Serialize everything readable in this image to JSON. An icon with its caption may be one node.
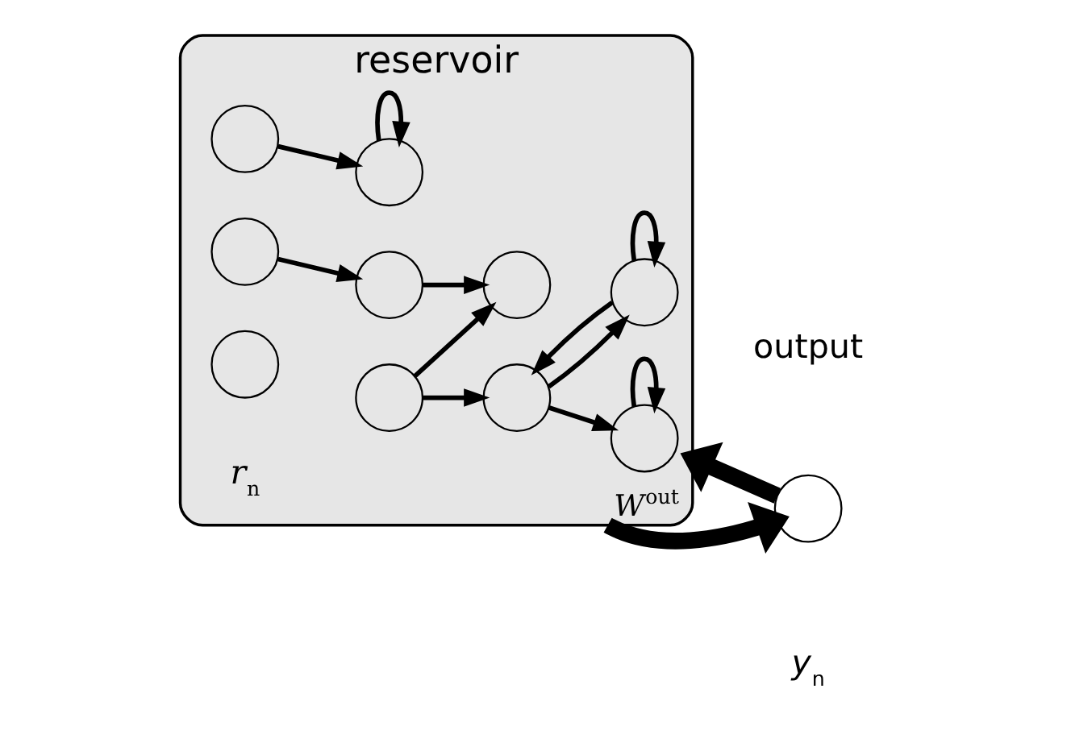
{
  "diagram": {
    "nodes": [
      {
        "text": [
          "reservoir"
        ]
      },
      {
        "text": [],
        "shape": "circle",
        "in": 0
      },
      {
        "text": [],
        "shape": "circle",
        "in": 0
      },
      {
        "text": [],
        "shape": "circle",
        "in": 0
      },
      {
        "text": [],
        "shape": "circle",
        "in": 0
      },
      {
        "text": [],
        "shape": "circle",
        "in": 0
      },
      {
        "text": [],
        "shape": "circle",
        "in": 0
      },
      {
        "text": [],
        "shape": "circle",
        "in": 0
      },
      {
        "text": [],
        "shape": "circle",
        "in": 0
      },
      {
        "text": [],
        "shape": "circle",
        "in": 0
      },
      {
        "text": [],
        "shape": "circle",
        "in": 0
      },
      {
        "text": [],
        "shape": "circle",
        "beside": [
          "output",
          "y$_{n}$"
        ]
      }
    ],
    "edges": [
      {
        "from": 1,
        "to": 2,
        "arrow": "to"
      },
      {
        "from": 7,
        "to": 1,
        "arrow": "to"
      },
      {
        "from": 3,
        "to": 3,
        "arrow": "to"
      },
      {
        "from": 6,
        "to": 6,
        "arrow": "to"
      },
      {
        "from": 4,
        "to": 6,
        "arrow": "to"
      },
      {
        "from": 5,
        "to": 3,
        "arrow": "to"
      },
      {
        "from": 5,
        "to": 9,
        "arrow": "to"
      },
      {
        "from": 9,
        "to": 5,
        "arrow": "to"
      },
      {
        "from": 8,
        "to": 5,
        "arrow": "to"
      },
      {
        "from": 8,
        "to": 2,
        "arrow": "to"
      },
      {
        "from": 9,
        "to": 9,
        "arrow": "to"
      },
      {
        "from": 11,
        "to": 0,
        "arrow": "to",
        "style": "thick"
      },
      {
        "from": 0,
        "to": 11,
        "arrow": "to",
        "style": "thick",
        "label": "W$^{out}$"
      }
    ],
    "labels": [
      "r$_{n}$"
    ]
  }
}
